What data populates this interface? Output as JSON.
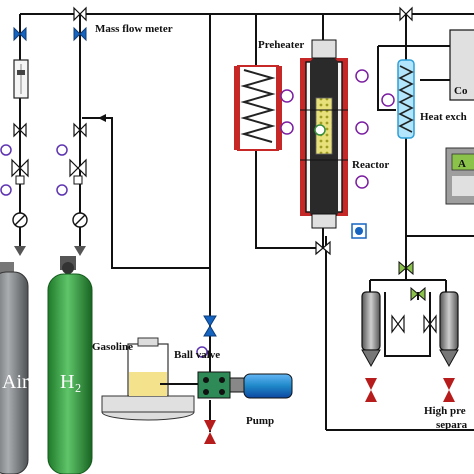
{
  "labels": {
    "mass_flow_meter": "Mass flow meter",
    "preheater": "Preheater",
    "reactor": "Reactor",
    "heat_exchanger": "Heat exch",
    "controller": "Co",
    "gasoline": "Gasoline",
    "pump": "Pump",
    "ball_valve": "Ball valve",
    "high_pressure": "High pre",
    "separator": "separa",
    "air_cylinder": "Air",
    "h2_cylinder": "H₂",
    "panel_text": "A"
  },
  "colors": {
    "air_cylinder": "#7a7d80",
    "h2_cylinder": "#2e9a3a",
    "heater_red": "#c62828",
    "valve_blue": "#1565c0",
    "panel_green": "#8bc34a",
    "cooling_water": "#2e9fd6",
    "pump_motor": "#1e88c8",
    "pump_body": "#2e8b57",
    "gasoline_fill": "#f4e38c",
    "catalyst_fill": "#e8e07a",
    "ball_valve_red": "#b71c1c"
  },
  "icons": [
    "gauge-icon",
    "needle-valve-icon",
    "regulator-icon",
    "check-valve-icon",
    "thermocouple-icon",
    "pressure-sensor-icon"
  ]
}
